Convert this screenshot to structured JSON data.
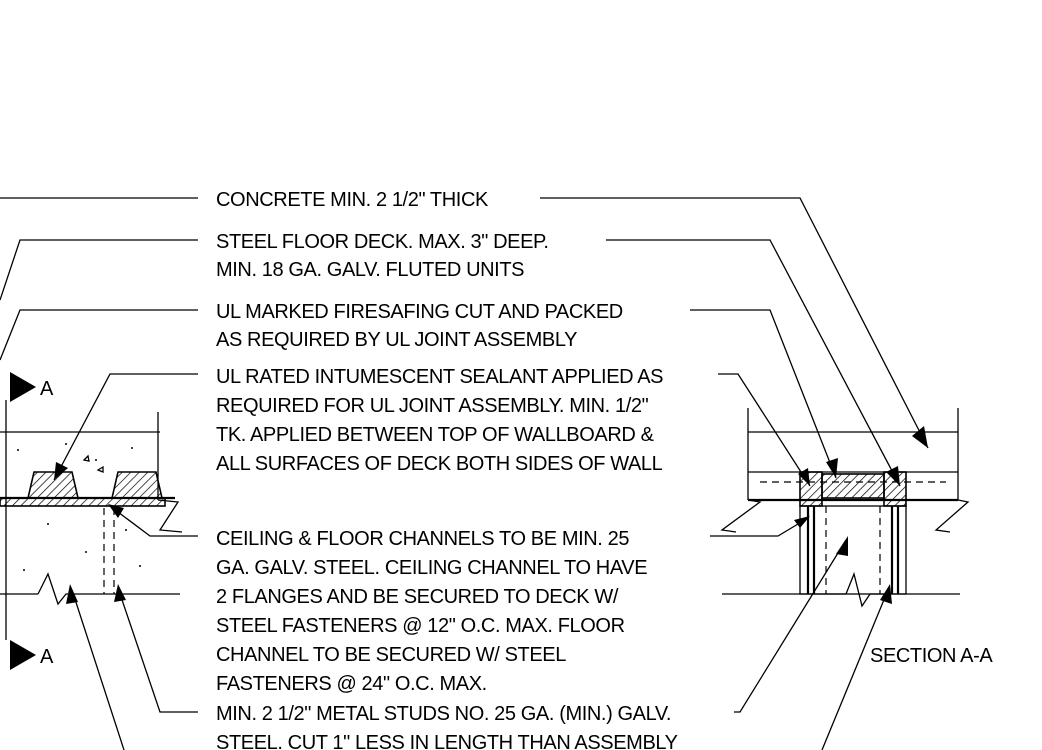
{
  "notes": [
    [
      "CONCRETE MIN. 2 1/2\" THICK"
    ],
    [
      "STEEL FLOOR DECK. MAX. 3\" DEEP.",
      "MIN. 18 GA. GALV. FLUTED UNITS"
    ],
    [
      "UL MARKED FIRESAFING CUT AND PACKED",
      "AS REQUIRED BY UL JOINT ASSEMBLY"
    ],
    [
      "UL RATED INTUMESCENT SEALANT APPLIED AS",
      "REQUIRED FOR UL JOINT ASSEMBLY. MIN. 1/2\"",
      "TK. APPLIED BETWEEN TOP OF WALLBOARD &",
      "ALL SURFACES OF DECK BOTH SIDES OF WALL"
    ],
    [
      "CEILING & FLOOR CHANNELS TO BE MIN. 25",
      "GA. GALV. STEEL. CEILING CHANNEL TO HAVE",
      "2 FLANGES AND BE SECURED TO DECK W/",
      "STEEL FASTENERS @ 12\" O.C. MAX. FLOOR",
      "CHANNEL TO BE SECURED W/ STEEL",
      "FASTENERS @ 24\" O.C. MAX."
    ],
    [
      "MIN. 2 1/2\" METAL STUDS NO. 25 GA. (MIN.) GALV.",
      "STEEL. CUT 1\" LESS IN LENGTH THAN ASSEMBLY"
    ]
  ],
  "section_marker": "A",
  "section_title": "SECTION A-A"
}
